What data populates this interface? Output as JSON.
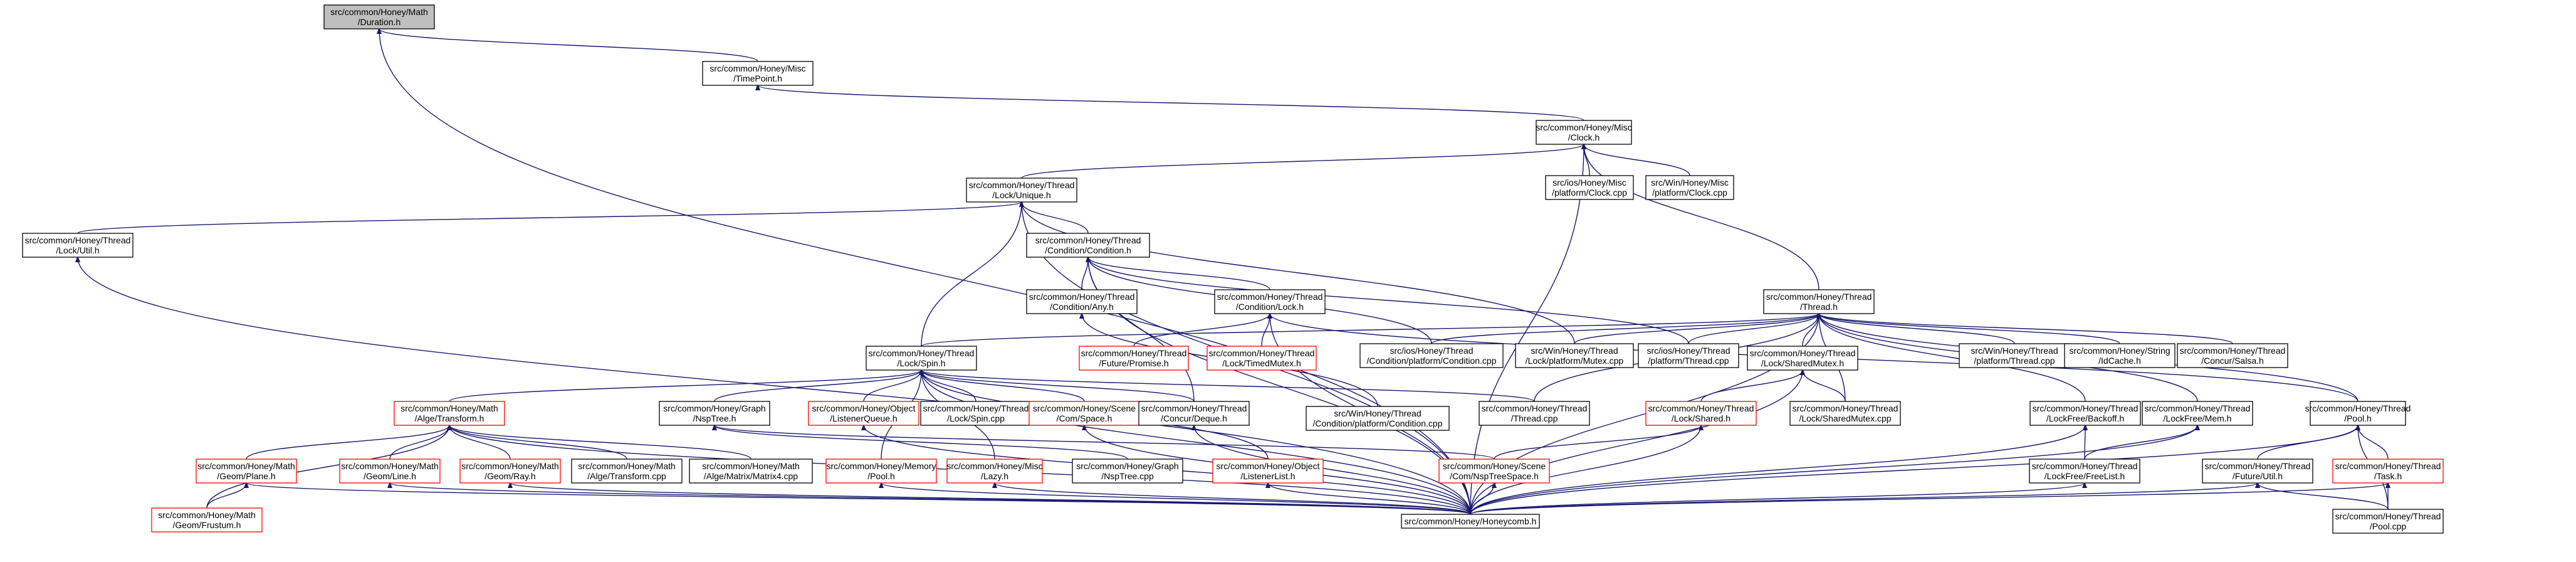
{
  "nodes": [
    {
      "id": "duration",
      "lines": [
        "src/common/Honey/Math",
        "/Duration.h"
      ],
      "style": "root"
    },
    {
      "id": "timepoint",
      "lines": [
        "src/common/Honey/Misc",
        "/TimePoint.h"
      ],
      "style": "normal"
    },
    {
      "id": "clock",
      "lines": [
        "src/common/Honey/Misc",
        "/Clock.h"
      ],
      "style": "normal"
    },
    {
      "id": "lockunique",
      "lines": [
        "src/common/Honey/Thread",
        "/Lock/Unique.h"
      ],
      "style": "normal"
    },
    {
      "id": "iosclock",
      "lines": [
        "src/ios/Honey/Misc",
        "/platform/Clock.cpp"
      ],
      "style": "normal"
    },
    {
      "id": "winclock",
      "lines": [
        "src/Win/Honey/Misc",
        "/platform/Clock.cpp"
      ],
      "style": "normal"
    },
    {
      "id": "lockutil",
      "lines": [
        "src/common/Honey/Thread",
        "/Lock/Util.h"
      ],
      "style": "normal"
    },
    {
      "id": "condition",
      "lines": [
        "src/common/Honey/Thread",
        "/Condition/Condition.h"
      ],
      "style": "normal"
    },
    {
      "id": "condany",
      "lines": [
        "src/common/Honey/Thread",
        "/Condition/Any.h"
      ],
      "style": "normal"
    },
    {
      "id": "condlock",
      "lines": [
        "src/common/Honey/Thread",
        "/Condition/Lock.h"
      ],
      "style": "normal"
    },
    {
      "id": "threadh",
      "lines": [
        "src/common/Honey/Thread",
        "/Thread.h"
      ],
      "style": "normal"
    },
    {
      "id": "lockspin",
      "lines": [
        "src/common/Honey/Thread",
        "/Lock/Spin.h"
      ],
      "style": "normal"
    },
    {
      "id": "promise",
      "lines": [
        "src/common/Honey/Thread",
        "/Future/Promise.h"
      ],
      "style": "red"
    },
    {
      "id": "timedmutex",
      "lines": [
        "src/common/Honey/Thread",
        "/Lock/TimedMutex.h"
      ],
      "style": "red"
    },
    {
      "id": "ioscond",
      "lines": [
        "src/ios/Honey/Thread",
        "/Condition/platform/Condition.cpp"
      ],
      "style": "normal"
    },
    {
      "id": "winmutex",
      "lines": [
        "src/Win/Honey/Thread",
        "/Lock/platform/Mutex.cpp"
      ],
      "style": "normal"
    },
    {
      "id": "iosthread",
      "lines": [
        "src/ios/Honey/Thread",
        "/platform/Thread.cpp"
      ],
      "style": "normal"
    },
    {
      "id": "sharedmutex",
      "lines": [
        "src/common/Honey/Thread",
        "/Lock/SharedMutex.h"
      ],
      "style": "normal"
    },
    {
      "id": "winthread",
      "lines": [
        "src/Win/Honey/Thread",
        "/platform/Thread.cpp"
      ],
      "style": "normal"
    },
    {
      "id": "idcache",
      "lines": [
        "src/common/Honey/String",
        "/IdCache.h"
      ],
      "style": "normal"
    },
    {
      "id": "salsa",
      "lines": [
        "src/common/Honey/Thread",
        "/Concur/Salsa.h"
      ],
      "style": "normal"
    },
    {
      "id": "algetransform",
      "lines": [
        "src/common/Honey/Math",
        "/Alge/Transform.h"
      ],
      "style": "red"
    },
    {
      "id": "nsptree",
      "lines": [
        "src/common/Honey/Graph",
        "/NspTree.h"
      ],
      "style": "normal"
    },
    {
      "id": "listenerqueue",
      "lines": [
        "src/common/Honey/Object",
        "/ListenerQueue.h"
      ],
      "style": "red"
    },
    {
      "id": "lockspincpp",
      "lines": [
        "src/common/Honey/Thread",
        "/Lock/Spin.cpp"
      ],
      "style": "normal"
    },
    {
      "id": "comspace",
      "lines": [
        "src/common/Honey/Scene",
        "/Com/Space.h"
      ],
      "style": "red"
    },
    {
      "id": "concurdeque",
      "lines": [
        "src/common/Honey/Thread",
        "/Concur/Deque.h"
      ],
      "style": "normal"
    },
    {
      "id": "wincond",
      "lines": [
        "src/Win/Honey/Thread",
        "/Condition/platform/Condition.cpp"
      ],
      "style": "normal"
    },
    {
      "id": "threadcpp",
      "lines": [
        "src/common/Honey/Thread",
        "/Thread.cpp"
      ],
      "style": "normal"
    },
    {
      "id": "lockshared",
      "lines": [
        "src/common/Honey/Thread",
        "/Lock/Shared.h"
      ],
      "style": "red"
    },
    {
      "id": "sharedmutexcpp",
      "lines": [
        "src/common/Honey/Thread",
        "/Lock/SharedMutex.cpp"
      ],
      "style": "normal"
    },
    {
      "id": "backoff",
      "lines": [
        "src/common/Honey/Thread",
        "/LockFree/Backoff.h"
      ],
      "style": "normal"
    },
    {
      "id": "lfmem",
      "lines": [
        "src/common/Honey/Thread",
        "/LockFree/Mem.h"
      ],
      "style": "normal"
    },
    {
      "id": "poolh",
      "lines": [
        "src/common/Honey/Thread",
        "/Pool.h"
      ],
      "style": "normal"
    },
    {
      "id": "geomplane",
      "lines": [
        "src/common/Honey/Math",
        "/Geom/Plane.h"
      ],
      "style": "red"
    },
    {
      "id": "geomline",
      "lines": [
        "src/common/Honey/Math",
        "/Geom/Line.h"
      ],
      "style": "red"
    },
    {
      "id": "geomray",
      "lines": [
        "src/common/Honey/Math",
        "/Geom/Ray.h"
      ],
      "style": "red"
    },
    {
      "id": "algetransformcpp",
      "lines": [
        "src/common/Honey/Math",
        "/Alge/Transform.cpp"
      ],
      "style": "normal"
    },
    {
      "id": "matrix4",
      "lines": [
        "src/common/Honey/Math",
        "/Alge/Matrix/Matrix4.cpp"
      ],
      "style": "normal"
    },
    {
      "id": "mempool",
      "lines": [
        "src/common/Honey/Memory",
        "/Pool.h"
      ],
      "style": "red"
    },
    {
      "id": "misclazy",
      "lines": [
        "src/common/Honey/Misc",
        "/Lazy.h"
      ],
      "style": "red"
    },
    {
      "id": "nsptreecpp",
      "lines": [
        "src/common/Honey/Graph",
        "/NspTree.cpp"
      ],
      "style": "normal"
    },
    {
      "id": "listenerlist",
      "lines": [
        "src/common/Honey/Object",
        "/ListenerList.h"
      ],
      "style": "red"
    },
    {
      "id": "comnsptree",
      "lines": [
        "src/common/Honey/Scene",
        "/Com/NspTreeSpace.h"
      ],
      "style": "red"
    },
    {
      "id": "freelist",
      "lines": [
        "src/common/Honey/Thread",
        "/LockFree/FreeList.h"
      ],
      "style": "normal"
    },
    {
      "id": "futureutil",
      "lines": [
        "src/common/Honey/Thread",
        "/Future/Util.h"
      ],
      "style": "normal"
    },
    {
      "id": "task",
      "lines": [
        "src/common/Honey/Thread",
        "/Task.h"
      ],
      "style": "red"
    },
    {
      "id": "frustum",
      "lines": [
        "src/common/Honey/Math",
        "/Geom/Frustum.h"
      ],
      "style": "red"
    },
    {
      "id": "honeycomb",
      "lines": [
        "src/common/Honey/Honeycomb.h"
      ],
      "style": "normal"
    },
    {
      "id": "poolcpp",
      "lines": [
        "src/common/Honey/Thread",
        "/Pool.cpp"
      ],
      "style": "normal"
    }
  ],
  "edges": [
    [
      "timepoint",
      "duration"
    ],
    [
      "honeycomb",
      "duration"
    ],
    [
      "clock",
      "timepoint"
    ],
    [
      "lockunique",
      "clock"
    ],
    [
      "iosclock",
      "clock"
    ],
    [
      "winclock",
      "clock"
    ],
    [
      "threadh",
      "clock"
    ],
    [
      "honeycomb",
      "clock"
    ],
    [
      "lockutil",
      "lockunique"
    ],
    [
      "condition",
      "lockunique"
    ],
    [
      "lockspin",
      "lockunique"
    ],
    [
      "winmutex",
      "lockunique"
    ],
    [
      "honeycomb",
      "lockunique"
    ],
    [
      "condany",
      "condition"
    ],
    [
      "condlock",
      "condition"
    ],
    [
      "ioscond",
      "condition"
    ],
    [
      "iosthread",
      "condition"
    ],
    [
      "concurdeque",
      "condition"
    ],
    [
      "honeycomb",
      "condition"
    ],
    [
      "wincond",
      "condany"
    ],
    [
      "promise",
      "condlock"
    ],
    [
      "timedmutex",
      "condlock"
    ],
    [
      "honeycomb",
      "condlock"
    ],
    [
      "poolh",
      "condlock"
    ],
    [
      "lockspin",
      "threadh"
    ],
    [
      "ioscond",
      "threadh"
    ],
    [
      "winmutex",
      "threadh"
    ],
    [
      "iosthread",
      "threadh"
    ],
    [
      "sharedmutex",
      "threadh"
    ],
    [
      "winthread",
      "threadh"
    ],
    [
      "idcache",
      "threadh"
    ],
    [
      "salsa",
      "threadh"
    ],
    [
      "threadcpp",
      "threadh"
    ],
    [
      "sharedmutexcpp",
      "threadh"
    ],
    [
      "backoff",
      "threadh"
    ],
    [
      "lfmem",
      "threadh"
    ],
    [
      "poolh",
      "threadh"
    ],
    [
      "honeycomb",
      "threadh"
    ],
    [
      "algetransform",
      "lockspin"
    ],
    [
      "nsptree",
      "lockspin"
    ],
    [
      "listenerqueue",
      "lockspin"
    ],
    [
      "lockspincpp",
      "lockspin"
    ],
    [
      "comspace",
      "lockspin"
    ],
    [
      "concurdeque",
      "lockspin"
    ],
    [
      "threadcpp",
      "lockspin"
    ],
    [
      "mempool",
      "lockspin"
    ],
    [
      "misclazy",
      "lockspin"
    ],
    [
      "listenerlist",
      "lockspin"
    ],
    [
      "honeycomb",
      "lockspin"
    ],
    [
      "lockutil",
      "lockutil"
    ],
    [
      "geomplane",
      "algetransform"
    ],
    [
      "geomline",
      "algetransform"
    ],
    [
      "geomray",
      "algetransform"
    ],
    [
      "algetransformcpp",
      "algetransform"
    ],
    [
      "matrix4",
      "algetransform"
    ],
    [
      "frustum",
      "algetransform"
    ],
    [
      "honeycomb",
      "algetransform"
    ],
    [
      "nsptreecpp",
      "nsptree"
    ],
    [
      "comnsptree",
      "nsptree"
    ],
    [
      "lockshared",
      "sharedmutex"
    ],
    [
      "sharedmutexcpp",
      "sharedmutex"
    ],
    [
      "honeycomb",
      "sharedmutex"
    ],
    [
      "comnsptree",
      "lockshared"
    ],
    [
      "honeycomb",
      "lockshared"
    ],
    [
      "freelist",
      "backoff"
    ],
    [
      "honeycomb",
      "backoff"
    ],
    [
      "freelist",
      "lfmem"
    ],
    [
      "honeycomb",
      "lfmem"
    ],
    [
      "futureutil",
      "poolh"
    ],
    [
      "task",
      "poolh"
    ],
    [
      "poolcpp",
      "poolh"
    ],
    [
      "honeycomb",
      "poolh"
    ],
    [
      "frustum",
      "geomplane"
    ],
    [
      "honeycomb",
      "geomplane"
    ],
    [
      "honeycomb",
      "geomline"
    ],
    [
      "honeycomb",
      "geomray"
    ],
    [
      "honeycomb",
      "mempool"
    ],
    [
      "honeycomb",
      "misclazy"
    ],
    [
      "honeycomb",
      "listenerlist"
    ],
    [
      "honeycomb",
      "comnsptree"
    ],
    [
      "honeycomb",
      "freelist"
    ],
    [
      "honeycomb",
      "futureutil"
    ],
    [
      "poolcpp",
      "futureutil"
    ],
    [
      "honeycomb",
      "task"
    ],
    [
      "poolcpp",
      "task"
    ],
    [
      "honeycomb",
      "listenerqueue"
    ],
    [
      "honeycomb",
      "comspace"
    ],
    [
      "honeycomb",
      "concurdeque"
    ],
    [
      "honeycomb",
      "lockutil"
    ]
  ]
}
